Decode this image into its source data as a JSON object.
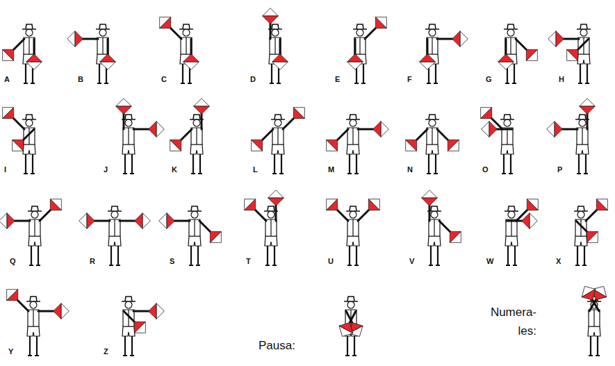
{
  "diagram": {
    "labels": [
      "A",
      "B",
      "C",
      "D",
      "E",
      "F",
      "G",
      "H",
      "I",
      "J",
      "K",
      "L",
      "M",
      "N",
      "O",
      "P",
      "Q",
      "R",
      "S",
      "T",
      "U",
      "V",
      "W",
      "X",
      "Y",
      "Z",
      "Pausa:",
      "Numera- les:"
    ]
  }
}
